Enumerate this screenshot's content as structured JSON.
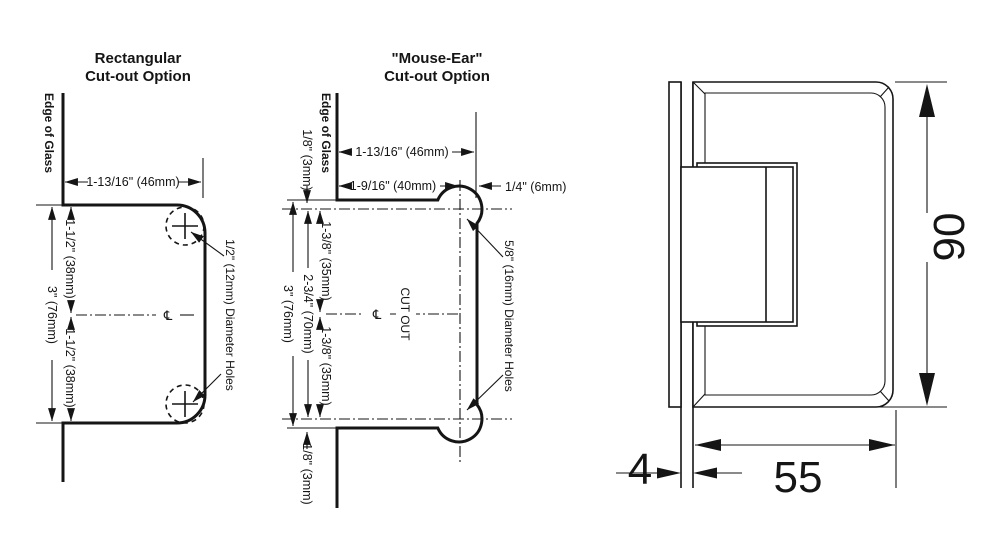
{
  "drawing": {
    "rectangular": {
      "title_line1": "Rectangular",
      "title_line2": "Cut-out Option",
      "edge_of_glass": "Edge of Glass",
      "dim_width": "1-13/16\" (46mm)",
      "dim_upper": "1-1/2\" (38mm)",
      "dim_overall": "3\" (76mm)",
      "dim_lower": "1-1/2\" (38mm)",
      "holes_note": "1/2\" (12mm) Diameter Holes",
      "centerline_symbol": "℄"
    },
    "mouse_ear": {
      "title_line1": "\"Mouse-Ear\"",
      "title_line2": "Cut-out Option",
      "edge_of_glass": "Edge of Glass",
      "dim_offset_top": "1/8\" (3mm)",
      "dim_width_outer": "1-13/16\" (46mm)",
      "dim_width_center": "1-9/16\" (40mm)",
      "dim_ear_offset": "1/4\" (6mm)",
      "dim_upper": "1-3/8\" (35mm)",
      "dim_centers": "2-3/4\" (70mm)",
      "dim_overall": "3\" (76mm)",
      "dim_lower": "1-3/8\" (35mm)",
      "dim_offset_bottom": "1/8\" (3mm)",
      "cutout_label": "CUT OUT",
      "holes_note": "5/8\" (16mm) Diameter Holes",
      "centerline_symbol": "℄"
    },
    "profile": {
      "dim_height": "90",
      "dim_glass_thickness": "4",
      "dim_width": "55"
    }
  }
}
